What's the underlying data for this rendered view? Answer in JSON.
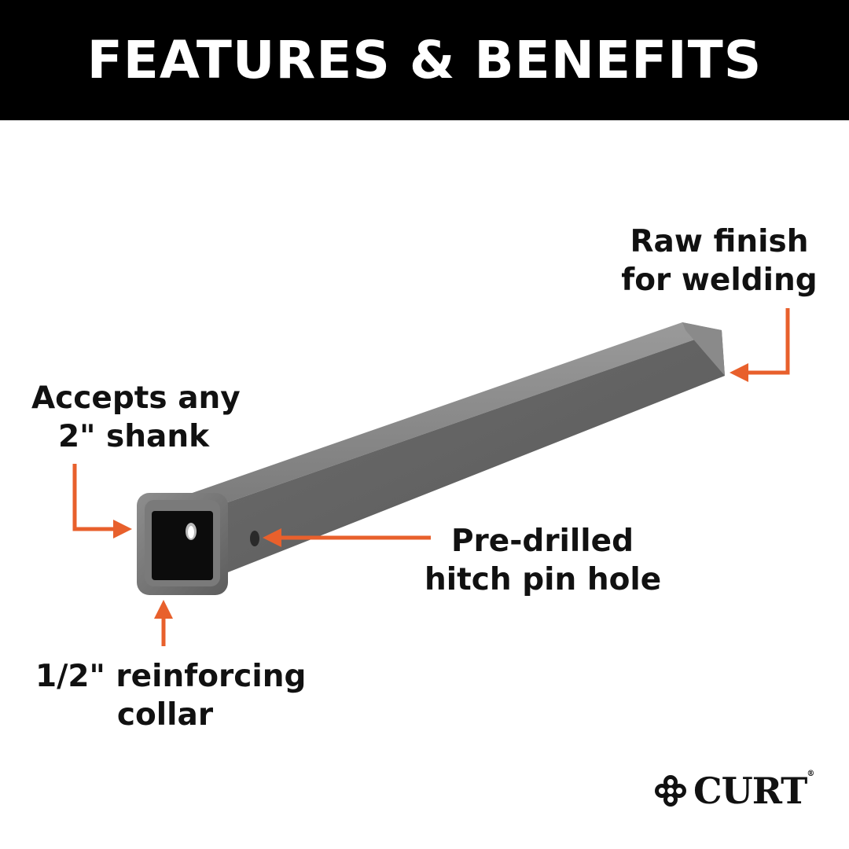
{
  "banner": {
    "title": "FEATURES & BENEFITS"
  },
  "callouts": {
    "raw_finish": [
      "Raw finish",
      "for welding"
    ],
    "accepts_shank": [
      "Accepts any",
      "2\" shank"
    ],
    "pin_hole": [
      "Pre-drilled",
      "hitch pin hole"
    ],
    "collar": [
      "1/2\" reinforcing",
      "collar"
    ]
  },
  "brand": {
    "name": "CURT",
    "mark": "®"
  },
  "colors": {
    "banner_bg": "#000000",
    "banner_text": "#ffffff",
    "arrow": "#e8602c",
    "tube": "#6f6f6f",
    "label_text": "#111111"
  },
  "icons": [
    "arrow-left-icon",
    "arrow-up-icon",
    "curt-logo-icon"
  ]
}
